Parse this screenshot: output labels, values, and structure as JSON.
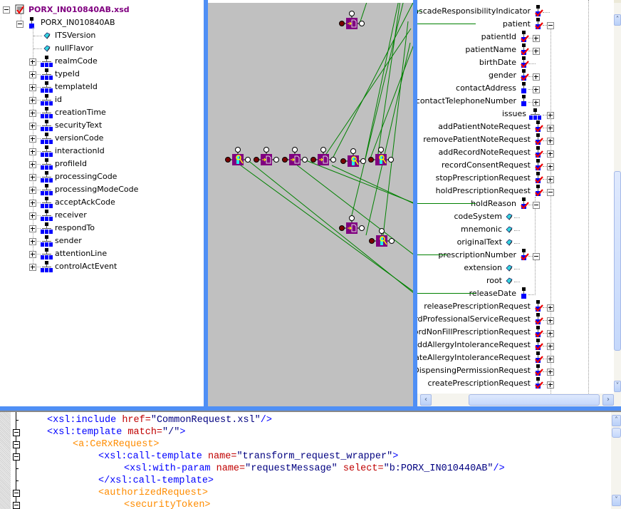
{
  "left_tree": {
    "root": {
      "label": "PORX_IN010840AB.xsd",
      "icon": "xsd-file-icon",
      "expanded": true
    },
    "element": {
      "label": "PORX_IN010840AB",
      "icon": "element-icon",
      "expanded": true
    },
    "attributes": [
      {
        "label": "ITSVersion",
        "icon": "attribute-icon"
      },
      {
        "label": "nullFlavor",
        "icon": "attribute-icon"
      }
    ],
    "children": [
      {
        "label": "realmCode"
      },
      {
        "label": "typeId"
      },
      {
        "label": "templateId"
      },
      {
        "label": "id"
      },
      {
        "label": "creationTime"
      },
      {
        "label": "securityText"
      },
      {
        "label": "versionCode"
      },
      {
        "label": "interactionId"
      },
      {
        "label": "profileId"
      },
      {
        "label": "processingCode"
      },
      {
        "label": "processingModeCode"
      },
      {
        "label": "acceptAckCode"
      },
      {
        "label": "receiver"
      },
      {
        "label": "respondTo"
      },
      {
        "label": "sender"
      },
      {
        "label": "attentionLine"
      },
      {
        "label": "controlActEvent"
      }
    ]
  },
  "mapping_canvas": {
    "functoid_types": [
      "value-mapping-functoid",
      "scripting-functoid"
    ],
    "link_color": "#008000",
    "functoid_color": "#800080"
  },
  "right_tree": {
    "items": [
      {
        "label": "cascadeResponsibilityIndicator",
        "icon": "element-required",
        "expander": "none",
        "linked": true
      },
      {
        "label": "patient",
        "icon": "element-required",
        "expander": "minus",
        "linked": true
      },
      {
        "label": "patientId",
        "icon": "element-required",
        "expander": "plus"
      },
      {
        "label": "patientName",
        "icon": "element-required",
        "expander": "plus"
      },
      {
        "label": "birthDate",
        "icon": "element-required",
        "expander": "none"
      },
      {
        "label": "gender",
        "icon": "element-required",
        "expander": "plus"
      },
      {
        "label": "contactAddress",
        "icon": "element",
        "expander": "plus"
      },
      {
        "label": "contactTelephoneNumber",
        "icon": "element",
        "expander": "plus"
      },
      {
        "label": "issues",
        "icon": "sequence",
        "expander": "plus"
      },
      {
        "label": "addPatientNoteRequest",
        "icon": "element-required",
        "expander": "plus"
      },
      {
        "label": "removePatientNoteRequest",
        "icon": "element-required",
        "expander": "plus"
      },
      {
        "label": "addRecordNoteRequest",
        "icon": "element-required",
        "expander": "plus"
      },
      {
        "label": "recordConsentRequest",
        "icon": "element-required",
        "expander": "plus"
      },
      {
        "label": "stopPrescriptionRequest",
        "icon": "element-required",
        "expander": "plus"
      },
      {
        "label": "holdPrescriptionRequest",
        "icon": "element-required",
        "expander": "minus"
      },
      {
        "label": "holdReason",
        "icon": "element-required",
        "expander": "minus",
        "linked": true
      },
      {
        "label": "codeSystem",
        "icon": "attribute",
        "expander": "none"
      },
      {
        "label": "mnemonic",
        "icon": "attribute",
        "expander": "none"
      },
      {
        "label": "originalText",
        "icon": "attribute",
        "expander": "none"
      },
      {
        "label": "prescriptionNumber",
        "icon": "element-required",
        "expander": "minus",
        "linked": true
      },
      {
        "label": "extension",
        "icon": "attribute",
        "expander": "none"
      },
      {
        "label": "root",
        "icon": "attribute",
        "expander": "none"
      },
      {
        "label": "releaseDate",
        "icon": "element",
        "expander": "none",
        "linked": true
      },
      {
        "label": "releasePrescriptionRequest",
        "icon": "element-required",
        "expander": "plus"
      },
      {
        "label": "recordProfessionalServiceRequest",
        "icon": "element-required",
        "expander": "plus"
      },
      {
        "label": "recordNonFillPrescriptionRequest",
        "icon": "element-required",
        "expander": "plus"
      },
      {
        "label": "addAllergyIntoleranceRequest",
        "icon": "element-required",
        "expander": "plus"
      },
      {
        "label": "updateAllergyIntoleranceRequest",
        "icon": "element-required",
        "expander": "plus"
      },
      {
        "label": "addNonDispensingPermissionRequest",
        "icon": "element-required",
        "expander": "plus"
      },
      {
        "label": "createPrescriptionRequest",
        "icon": "element-required",
        "expander": "plus"
      }
    ]
  },
  "code_editor": {
    "lines": [
      {
        "indent": 1,
        "fold": false,
        "parts": [
          [
            "tag",
            "<xsl:include "
          ],
          [
            "attr",
            "href="
          ],
          [
            "val",
            "\"CommonRequest.xsl\""
          ],
          [
            "tag",
            "/>"
          ]
        ]
      },
      {
        "indent": 1,
        "fold": true,
        "parts": [
          [
            "tag",
            "<xsl:template "
          ],
          [
            "attr",
            "match="
          ],
          [
            "val",
            "\"/\""
          ],
          [
            "tag",
            ">"
          ]
        ]
      },
      {
        "indent": 2,
        "fold": true,
        "parts": [
          [
            "tag2",
            "<a:CeRxRequest>"
          ]
        ]
      },
      {
        "indent": 3,
        "fold": true,
        "parts": [
          [
            "tag",
            "<xsl:call-template "
          ],
          [
            "attr",
            "name="
          ],
          [
            "val",
            "\"transform_request_wrapper\""
          ],
          [
            "tag",
            ">"
          ]
        ]
      },
      {
        "indent": 4,
        "fold": false,
        "parts": [
          [
            "tag",
            "<xsl:with-param "
          ],
          [
            "attr",
            "name="
          ],
          [
            "val",
            "\"requestMessage\" "
          ],
          [
            "attr",
            "select="
          ],
          [
            "val",
            "\"b:PORX_IN010440AB\""
          ],
          [
            "tag",
            "/>"
          ]
        ]
      },
      {
        "indent": 3,
        "fold": false,
        "parts": [
          [
            "tag",
            "</xsl:call-template>"
          ]
        ]
      },
      {
        "indent": 3,
        "fold": true,
        "parts": [
          [
            "tag2",
            "<authorizedRequest>"
          ]
        ]
      },
      {
        "indent": 4,
        "fold": true,
        "parts": [
          [
            "tag2",
            "<securityToken>"
          ]
        ]
      }
    ]
  }
}
